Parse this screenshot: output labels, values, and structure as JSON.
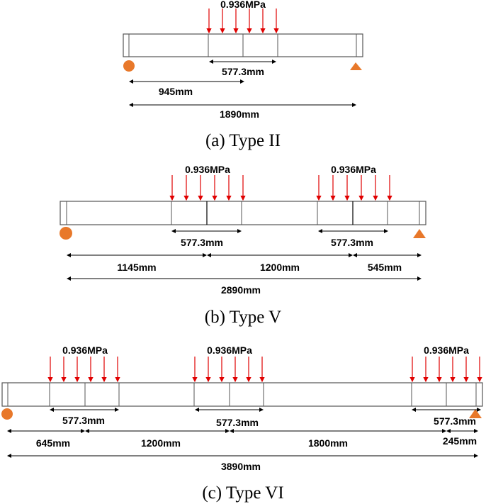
{
  "colors": {
    "load": "#e00000",
    "support": "#e8782a",
    "beam_stroke": "#555555"
  },
  "panels": [
    {
      "caption": "(a) Type II",
      "loads": [
        {
          "label": "0.936MPa"
        }
      ],
      "patch_length": "577.3mm",
      "dims": [
        "945mm",
        "1890mm"
      ]
    },
    {
      "caption": "(b) Type V",
      "loads": [
        {
          "label": "0.936MPa"
        },
        {
          "label": "0.936MPa"
        }
      ],
      "patch_lengths": [
        "577.3mm",
        "577.3mm"
      ],
      "dims": [
        "1145mm",
        "1200mm",
        "545mm",
        "2890mm"
      ]
    },
    {
      "caption": "(c) Type VI",
      "loads": [
        {
          "label": "0.936MPa"
        },
        {
          "label": "0.936MPa"
        },
        {
          "label": "0.936MPa"
        }
      ],
      "patch_lengths": [
        "577.3mm",
        "577.3mm",
        "577.3mm"
      ],
      "dims": [
        "645mm",
        "1200mm",
        "1800mm",
        "245mm",
        "3890mm"
      ]
    }
  ]
}
